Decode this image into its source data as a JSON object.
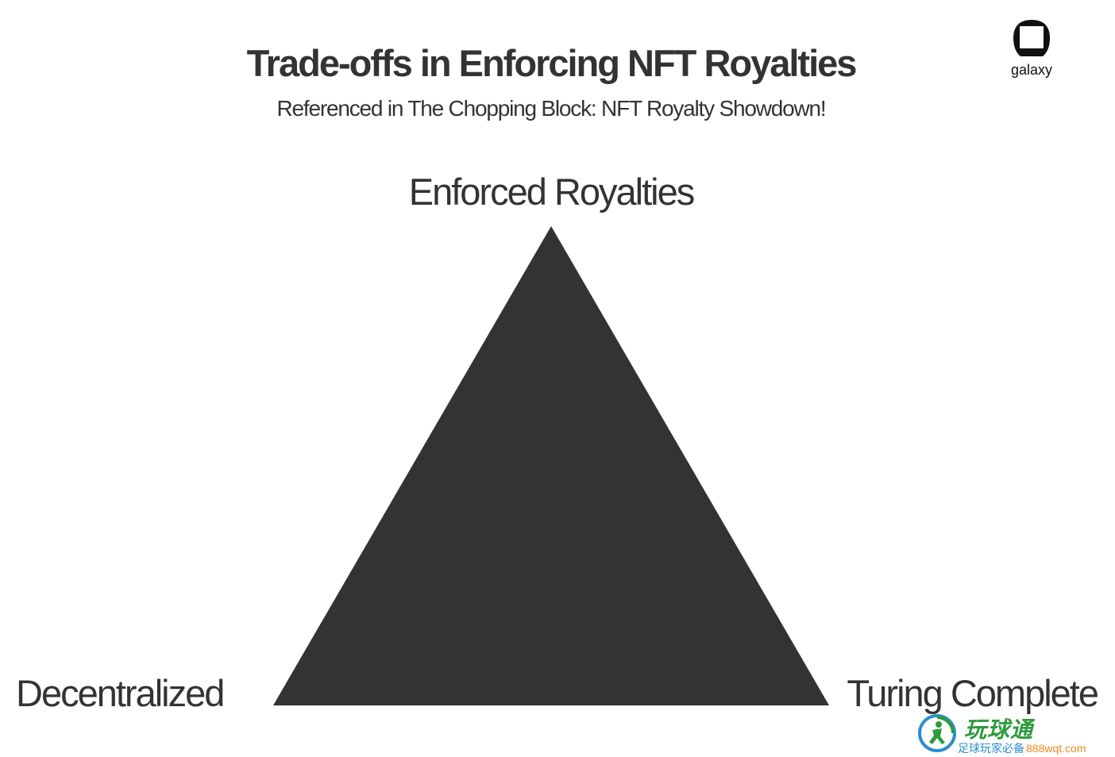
{
  "header": {
    "title": "Trade-offs in Enforcing NFT Royalties",
    "subtitle": "Referenced in The Chopping Block: NFT Royalty Showdown!"
  },
  "logo": {
    "icon": "galaxy-logo-icon",
    "text": "galaxy"
  },
  "diagram": {
    "type": "triangle",
    "fill_color": "#333333",
    "vertices": {
      "top": "Enforced Royalties",
      "bottom_left": "Decentralized",
      "bottom_right": "Turing Complete"
    }
  },
  "watermark": {
    "title": "玩球通",
    "tagline": "足球玩家必备",
    "url": "888wqt.com"
  },
  "colors": {
    "text": "#333333",
    "background": "#ffffff",
    "watermark_green": "#2e9a3c",
    "watermark_blue": "#2a8fd0",
    "watermark_orange": "#f08c1e"
  }
}
